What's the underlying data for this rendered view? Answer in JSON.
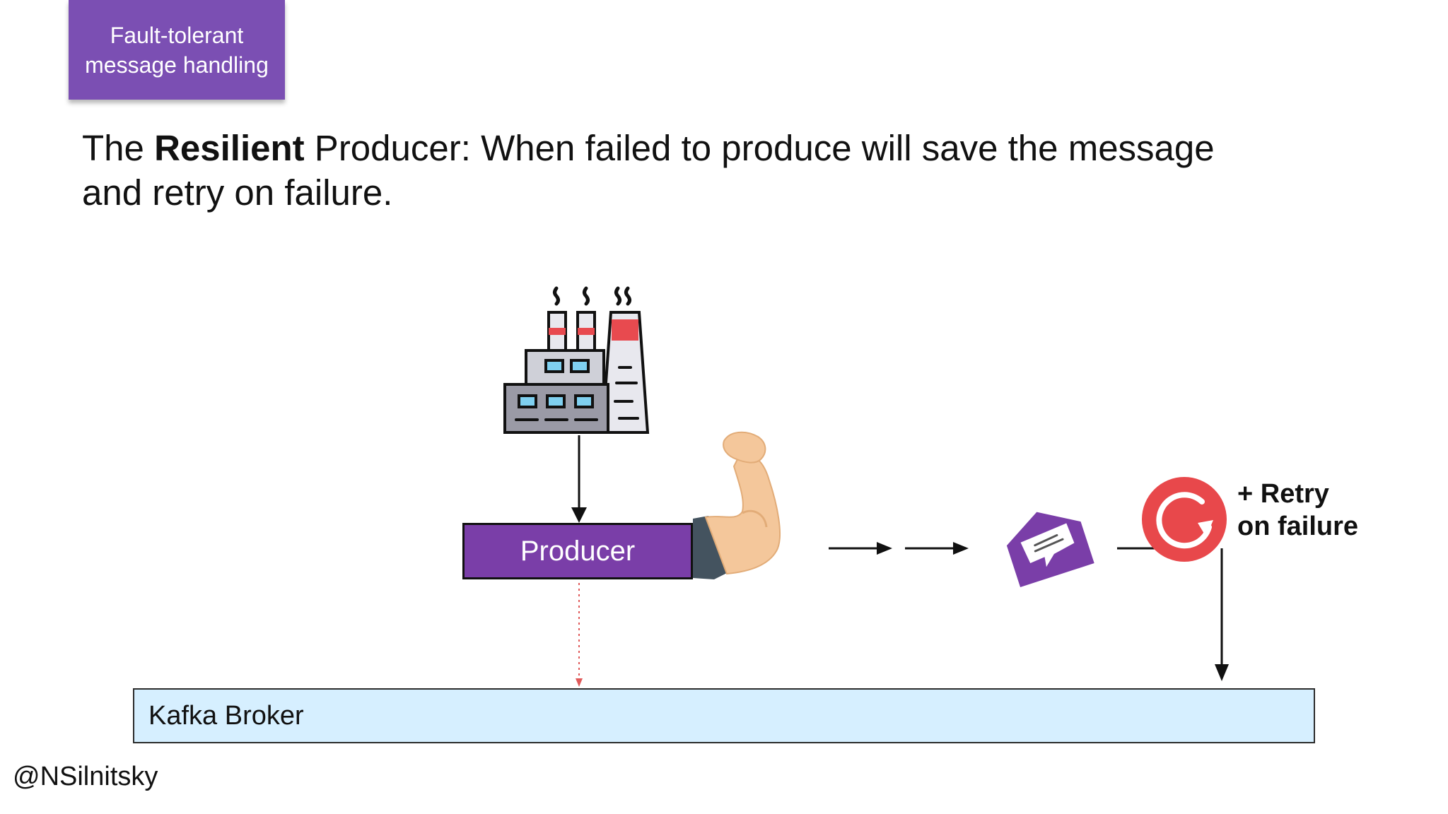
{
  "section_tag": {
    "line1": "Fault-tolerant",
    "line2": "message handling"
  },
  "headline": {
    "prefix": "The ",
    "bold": "Resilient",
    "line1_rest": " Producer: When failed to produce will save the message",
    "line2": "and retry on failure."
  },
  "nodes": {
    "producer": "Producer",
    "broker": "Kafka Broker",
    "retry_line1": "+ Retry",
    "retry_line2": "on failure"
  },
  "footer": {
    "handle": "@NSilnitsky"
  },
  "icons": [
    "factory-icon",
    "flexed-arm-icon",
    "message-envelope-icon",
    "retry-icon"
  ],
  "colors": {
    "tag_bg": "#7b4fb3",
    "producer_bg": "#7a3ea8",
    "broker_bg": "#d6efff",
    "retry_red": "#e8484b",
    "failed_path": "#e05a5a"
  }
}
